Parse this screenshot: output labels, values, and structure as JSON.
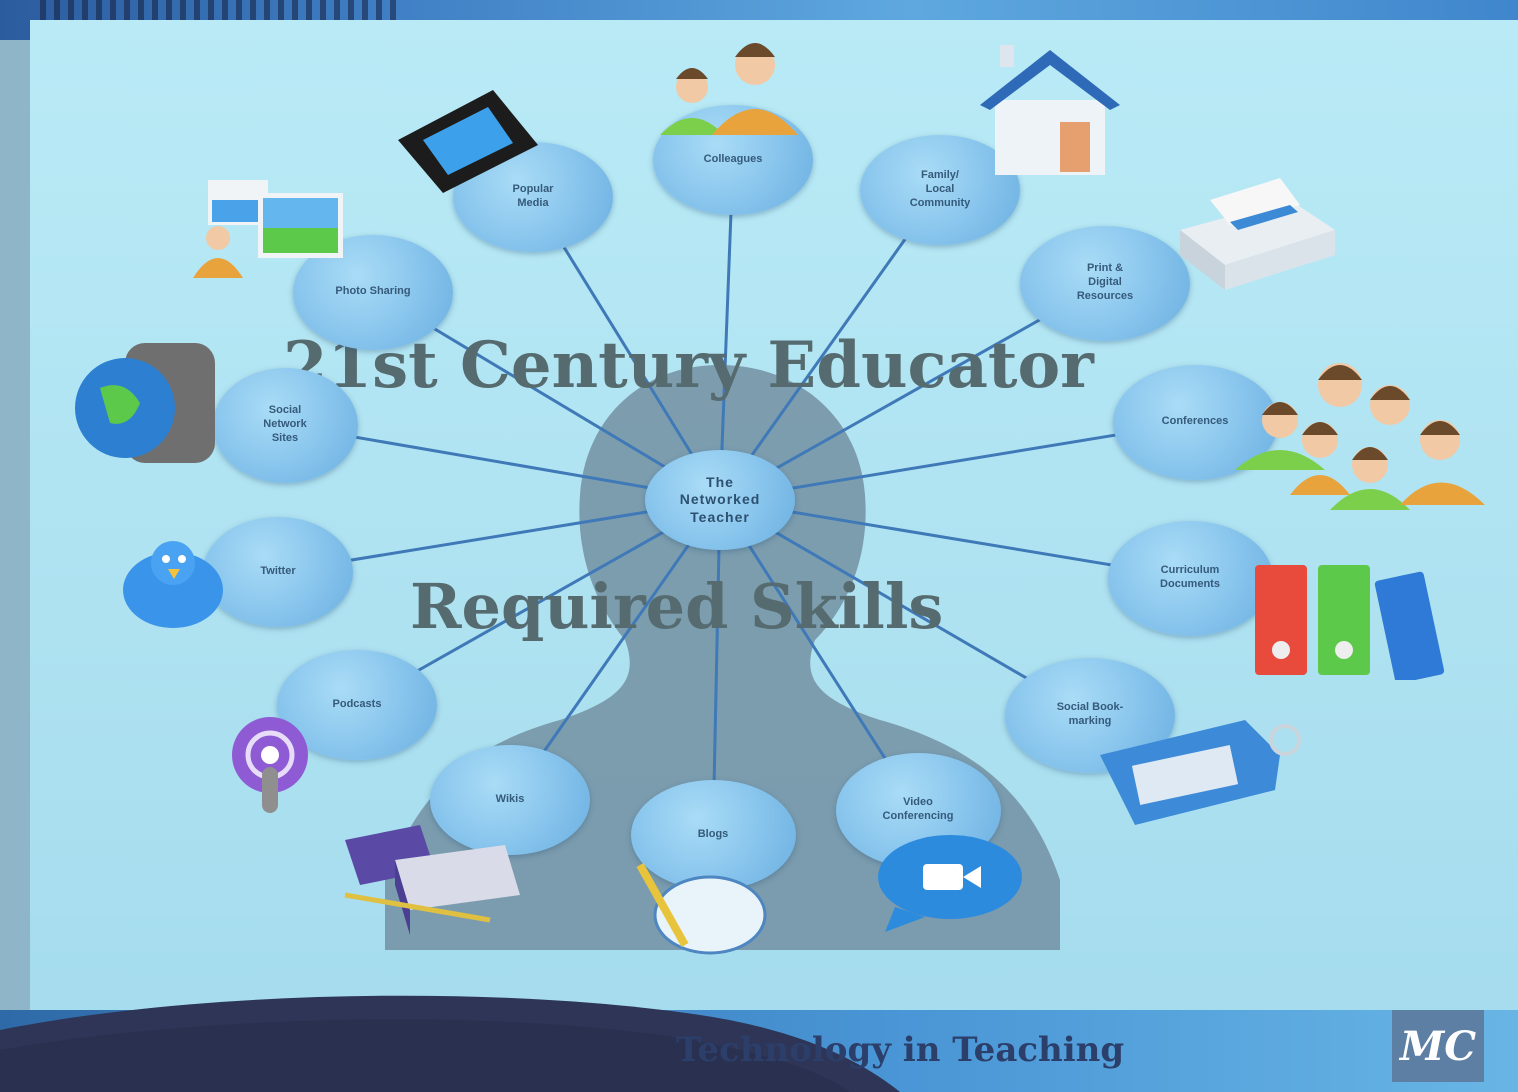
{
  "slide": {
    "title": "21st Century Educator",
    "subtitle": "Required Skills",
    "footer": "Technology in Teaching",
    "logo": "MC"
  },
  "diagram": {
    "center": "The\nNetworked\nTeacher",
    "nodes": [
      {
        "id": "colleagues",
        "label": "Colleagues"
      },
      {
        "id": "family",
        "label": "Family/\nLocal\nCommunity"
      },
      {
        "id": "print",
        "label": "Print &\nDigital\nResources"
      },
      {
        "id": "conferences",
        "label": "Conferences"
      },
      {
        "id": "curriculum",
        "label": "Curriculum\nDocuments"
      },
      {
        "id": "bookmarking",
        "label": "Social Book-\nmarking"
      },
      {
        "id": "video",
        "label": "Video\nConferencing"
      },
      {
        "id": "blogs",
        "label": "Blogs"
      },
      {
        "id": "wikis",
        "label": "Wikis"
      },
      {
        "id": "podcasts",
        "label": "Podcasts"
      },
      {
        "id": "twitter",
        "label": "Twitter"
      },
      {
        "id": "social",
        "label": "Social\nNetwork\nSites"
      },
      {
        "id": "photo",
        "label": "Photo Sharing"
      },
      {
        "id": "media",
        "label": "Popular\nMedia"
      }
    ],
    "icons": [
      "people-icon",
      "house-icon",
      "printer-icon",
      "group-icon",
      "binders-icon",
      "tag-icon",
      "video-chat-icon",
      "paint-icon",
      "boxes-icon",
      "podcast-icon",
      "bird-icon",
      "globe-bag-icon",
      "photos-icon",
      "film-icon"
    ]
  }
}
